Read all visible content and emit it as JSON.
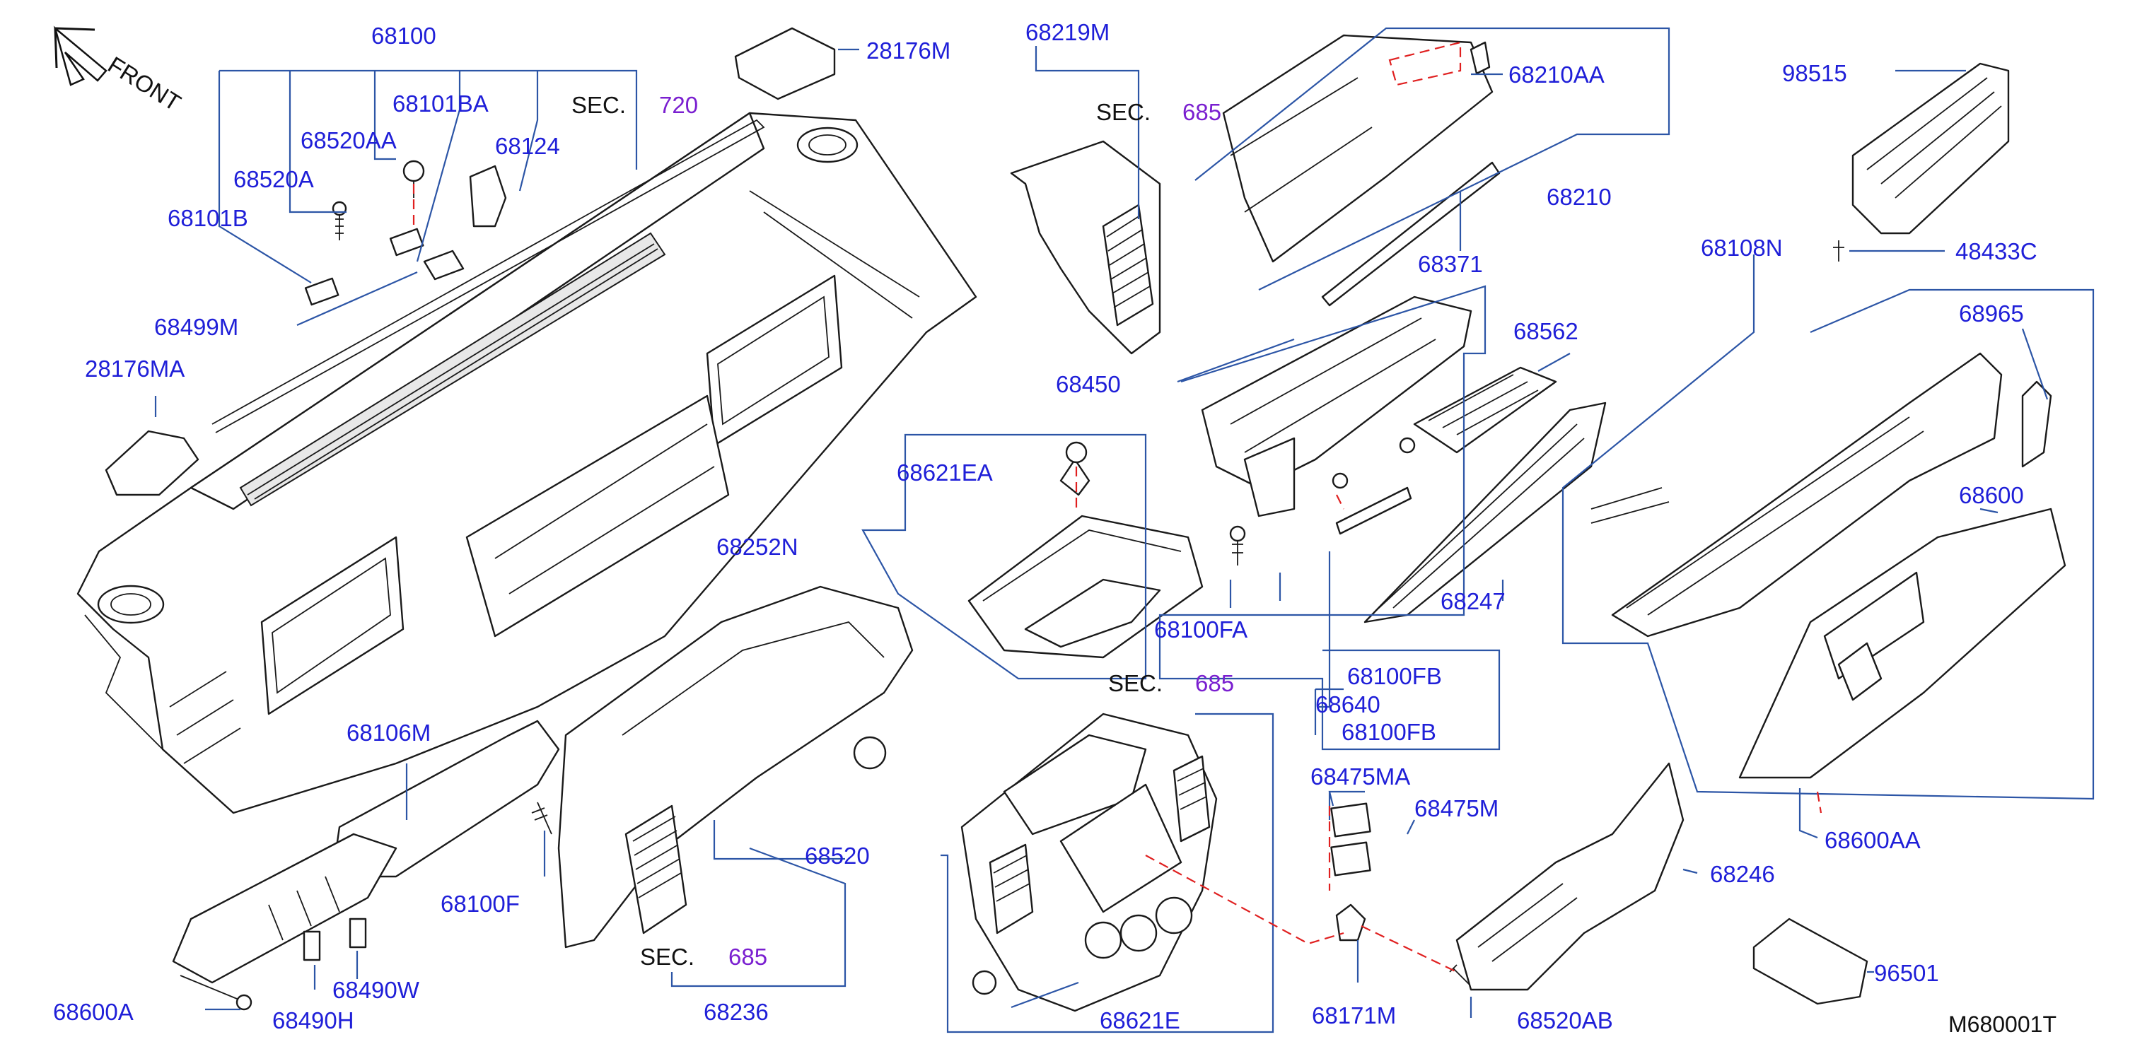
{
  "diagram": {
    "front_label": "FRONT",
    "ref_code": "M680001T",
    "colors": {
      "part_number": "#1f1fd8",
      "leader": "#2c55a6",
      "section_ref": "#7a1fd0",
      "hidden_line": "#e02020"
    },
    "labels": {
      "p68100": "68100",
      "p68101BA": "68101BA",
      "p68520AA": "68520AA",
      "p68520A": "68520A",
      "p68124": "68124",
      "p68101B": "68101B",
      "p68499M": "68499M",
      "p28176MA": "28176MA",
      "p28176M": "28176M",
      "p68219M": "68219M",
      "p68450": "68450",
      "p68621EA": "68621EA",
      "p68252N": "68252N",
      "p68106M": "68106M",
      "p68100F": "68100F",
      "p68600A": "68600A",
      "p68490H": "68490H",
      "p68490W": "68490W",
      "p68520": "68520",
      "p68236": "68236",
      "p68210AA": "68210AA",
      "p68210": "68210",
      "p68371": "68371",
      "p68562": "68562",
      "p68100FA": "68100FA",
      "p68247": "68247",
      "p68100FB_a": "68100FB",
      "p68640": "68640",
      "p68100FB_b": "68100FB",
      "p68621E": "68621E",
      "p68475MA": "68475MA",
      "p68475M": "68475M",
      "p68171M": "68171M",
      "p68520AB": "68520AB",
      "p98515": "98515",
      "p48433C": "48433C",
      "p68108N": "68108N",
      "p68965": "68965",
      "p68600": "68600",
      "p68600AA": "68600AA",
      "p68246": "68246",
      "p96501": "96501"
    },
    "sections": {
      "s720": {
        "prefix": "SEC.",
        "num": "720"
      },
      "s685_vent": {
        "prefix": "SEC.",
        "num": "685"
      },
      "s685_center": {
        "prefix": "SEC.",
        "num": "685"
      },
      "s685_cluster": {
        "prefix": "SEC.",
        "num": "685"
      }
    },
    "icons": [
      "front-arrow-icon"
    ]
  }
}
